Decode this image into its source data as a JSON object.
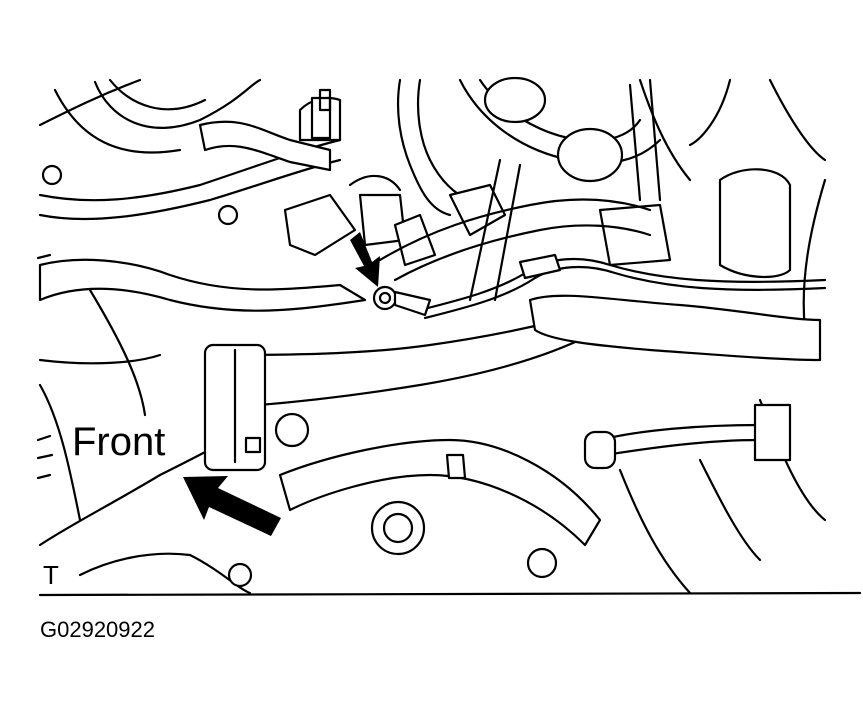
{
  "labels": {
    "front": "Front",
    "corner": "T",
    "figure_code": "G02920922"
  },
  "illustration": {
    "icons": [
      "front-direction-arrow-icon",
      "ground-bolt-pointer-arrow-icon"
    ]
  }
}
